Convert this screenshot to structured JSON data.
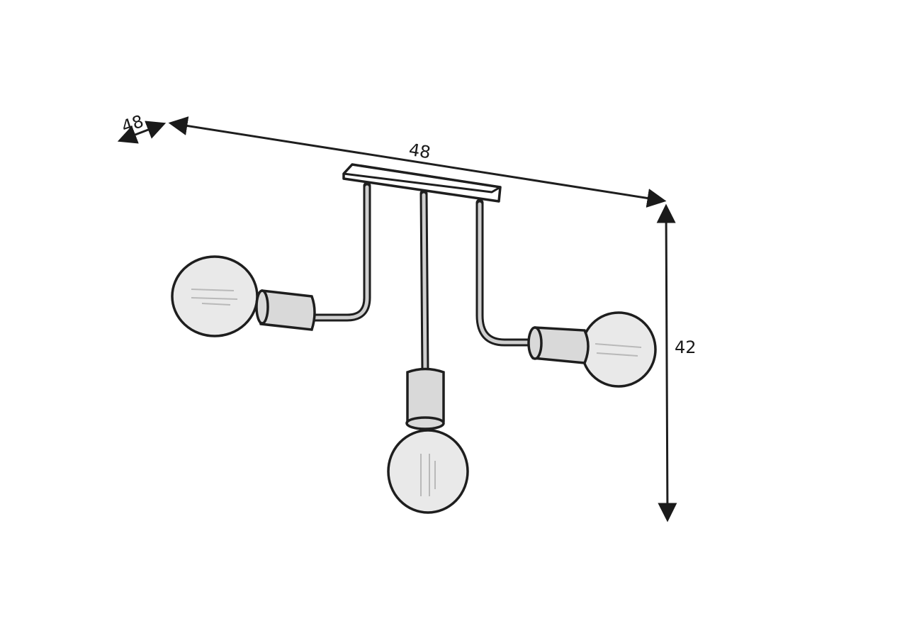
{
  "dimensions": {
    "depth": "48",
    "width": "48",
    "height": "42"
  }
}
